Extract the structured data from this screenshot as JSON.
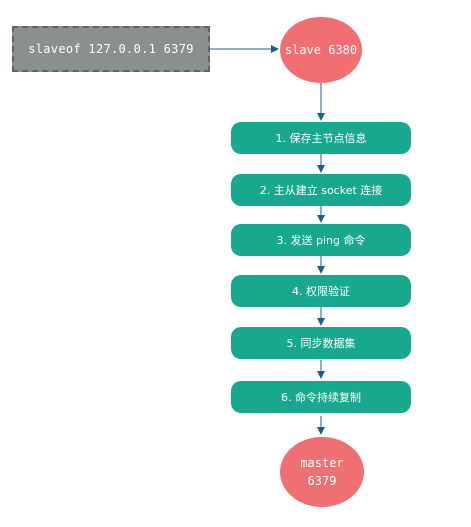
{
  "diagram": {
    "command": "slaveof 127.0.0.1 6379",
    "slave_node": "slave 6380",
    "master_node": "master\n6379",
    "steps": [
      "1. 保存主节点信息",
      "2. 主从建立 socket 连接",
      "3. 发送 ping 命令",
      "4. 权限验证",
      "5. 同步数据集",
      "6. 命令持续复制"
    ],
    "colors": {
      "command_box": "#8a8f8f",
      "node": "#ef6f73",
      "step": "#17a88d",
      "arrow": "#1f5f8b"
    }
  }
}
